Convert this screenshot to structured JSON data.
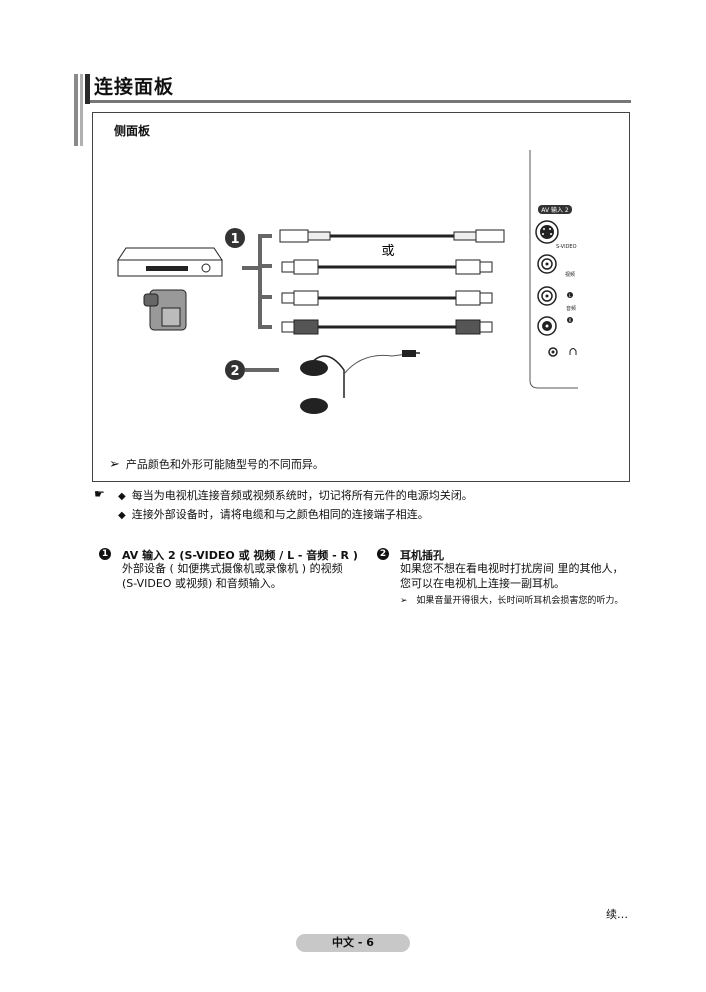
{
  "header": {
    "title": "连接面板"
  },
  "panel": {
    "title": "侧面板",
    "or_label": "或",
    "note_arrow": "➢",
    "note": "产品颜色和外形可能随型号的不同而异。",
    "callout_1": "1",
    "callout_2": "2",
    "jacks": {
      "av_input": "AV 输入 2",
      "svideo": "S-VIDEO",
      "video": "视频",
      "audio": "音频",
      "l": "L",
      "r": "R"
    }
  },
  "bullets": {
    "hand_icon": "☛",
    "diamond": "◆",
    "b1": "每当为电视机连接音频或视频系统时，切记将所有元件的电源均关闭。",
    "b2": "连接外部设备时，请将电缆和与之颜色相同的连接端子相连。"
  },
  "items": {
    "one": {
      "num": "1",
      "head": "AV 输入 2 (S-VIDEO 或 视频 /  L - 音频 - R )",
      "line1": "外部设备 ( 如便携式摄像机或录像机 ) 的视频",
      "line2": "(S-VIDEO 或视频) 和音频输入。"
    },
    "two": {
      "num": "2",
      "head": "耳机插孔",
      "line1": "如果您不想在看电视时打扰房间 里的其他人，",
      "line2": "您可以在电视机上连接一副耳机。",
      "sub_arrow": "➢",
      "sub": "如果音量开得很大，长时间听耳机会损害您的听力。"
    }
  },
  "footer": {
    "continued": "续…",
    "page": "中文 - 6"
  }
}
